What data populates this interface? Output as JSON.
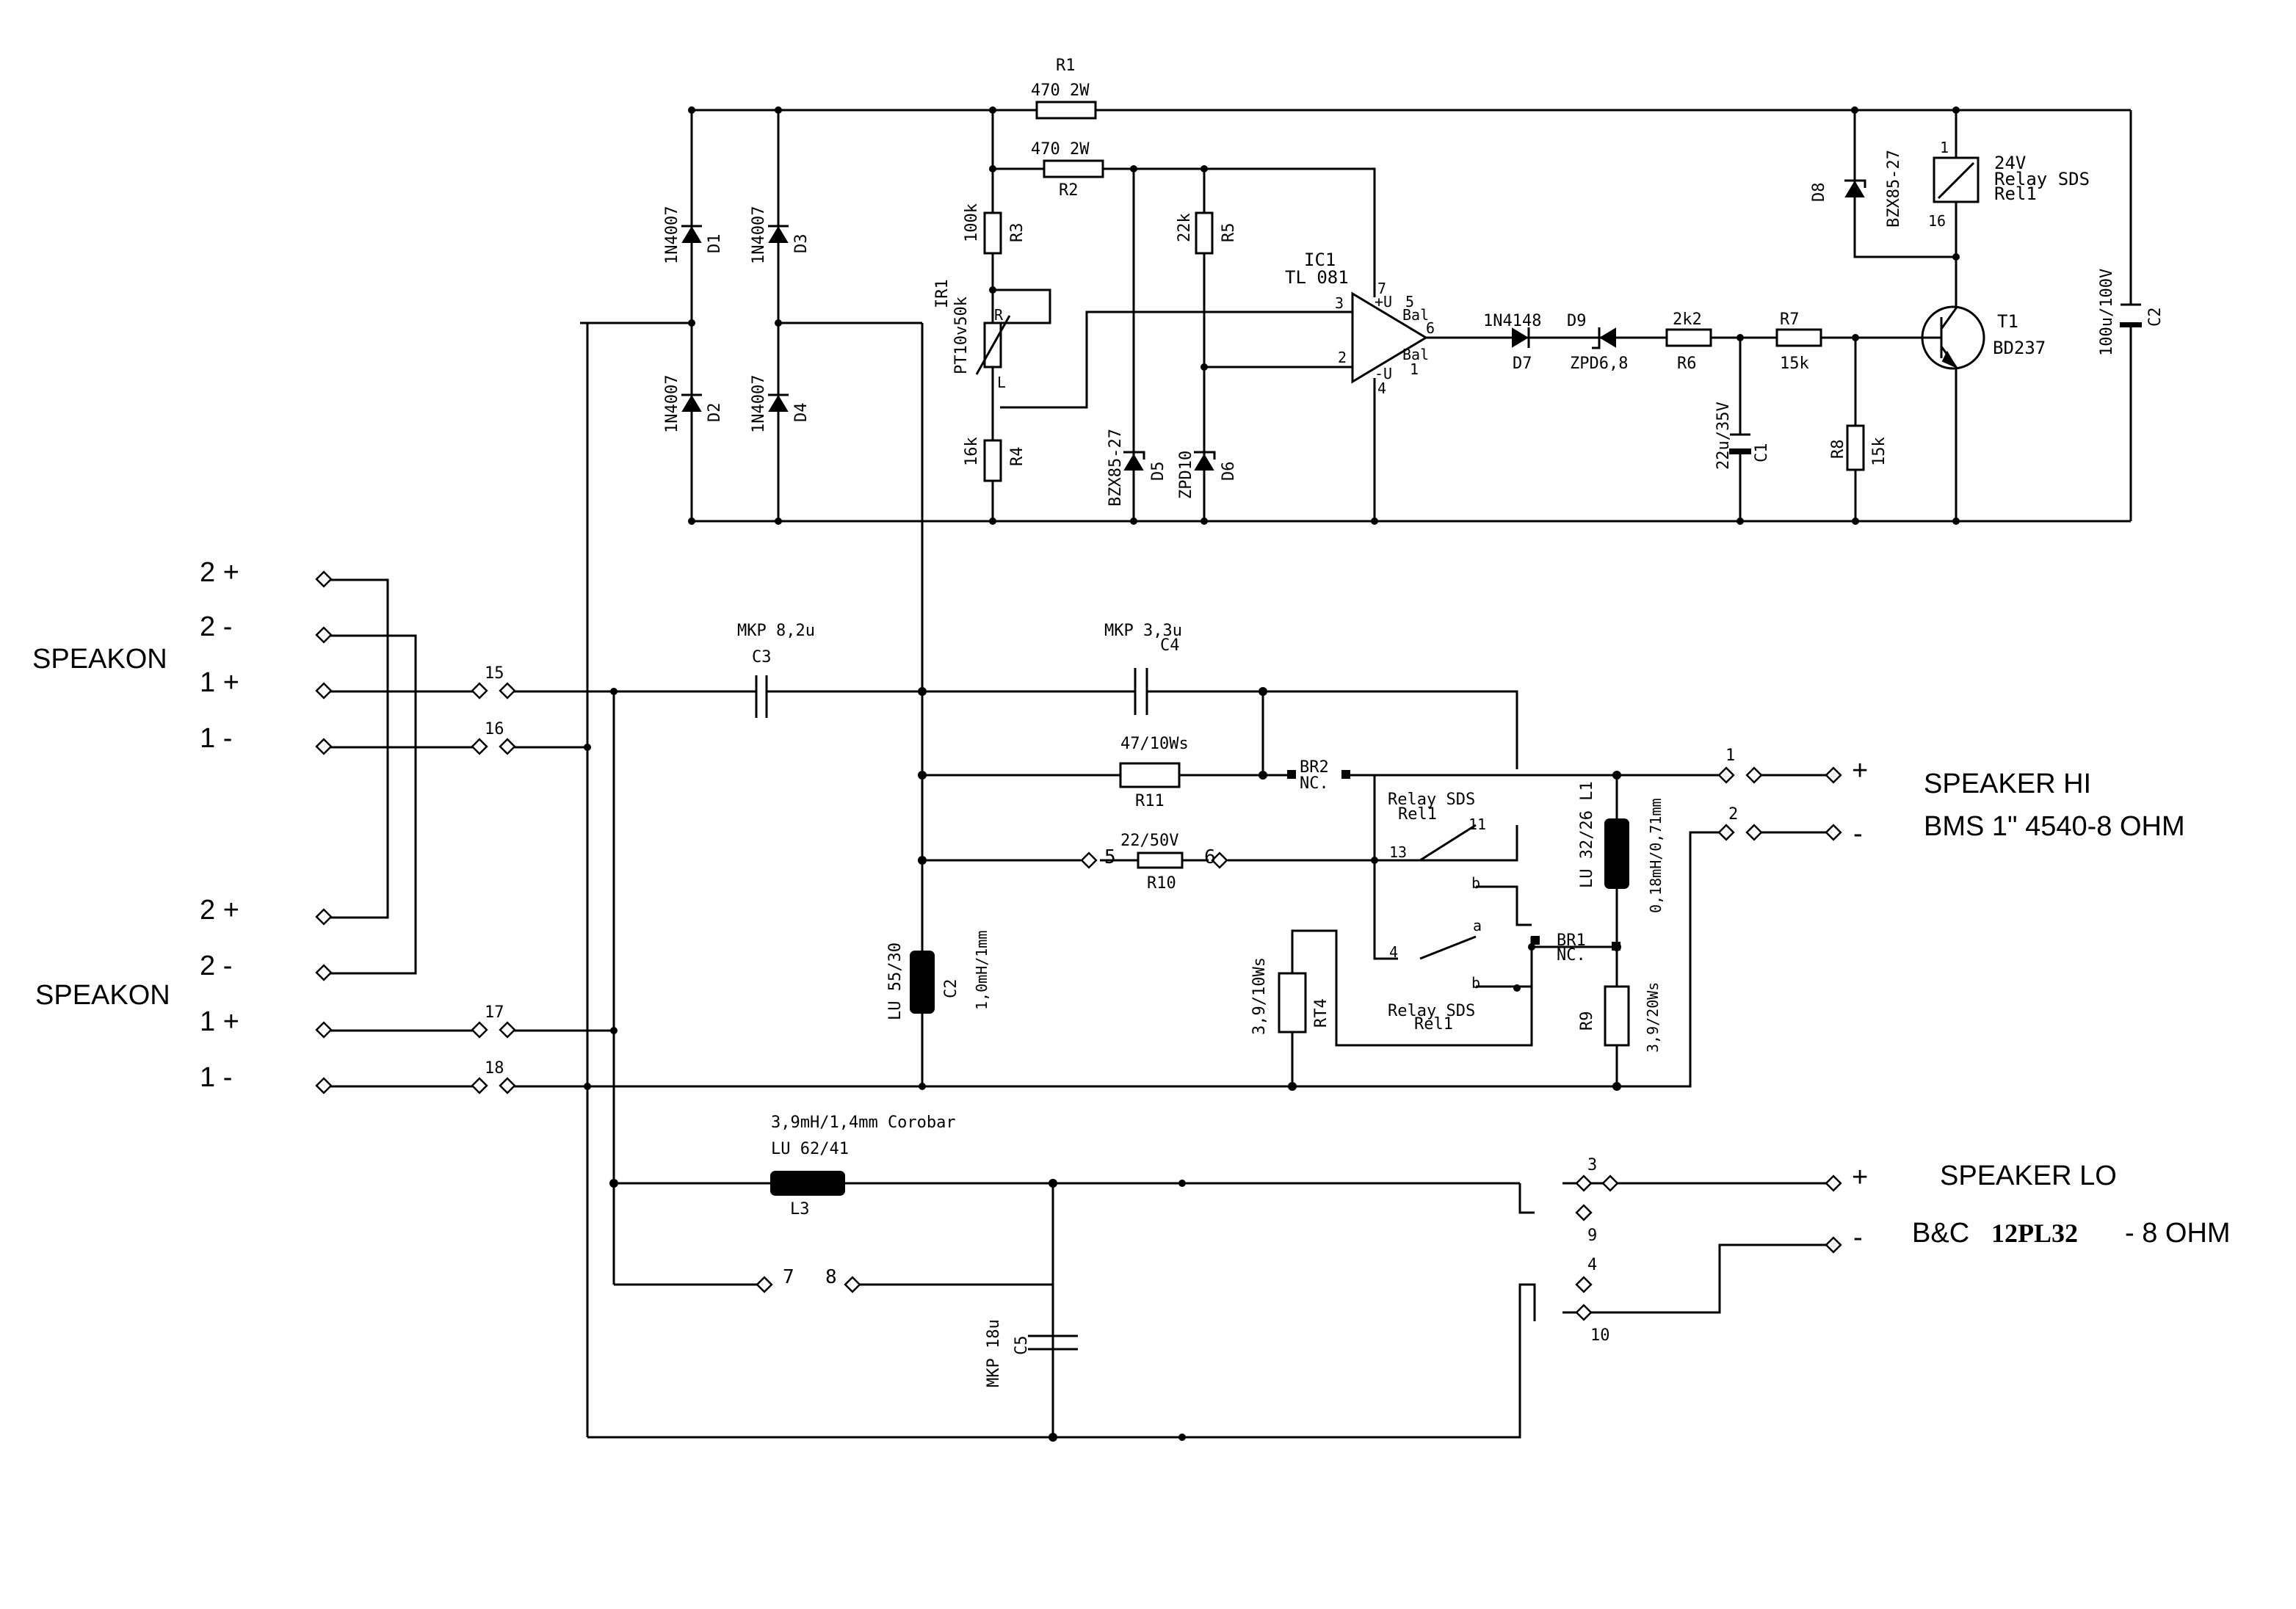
{
  "inputs": {
    "connector_label": "SPEAKON",
    "pins_a": [
      "2 +",
      "2 -",
      "1 +",
      "1 -"
    ],
    "pins_b": [
      "2 +",
      "2 -",
      "1 +",
      "1 -"
    ],
    "terminal_numbers": [
      "15",
      "16",
      "17",
      "18"
    ]
  },
  "protection": {
    "R1": {
      "ref": "R1",
      "value": "470 2W"
    },
    "R2": {
      "ref": "R2",
      "value": "470 2W"
    },
    "R3": {
      "ref": "R3",
      "value": "100k"
    },
    "R4": {
      "ref": "R4",
      "value": "16k"
    },
    "R5": {
      "ref": "R5",
      "value": "22k"
    },
    "R6": {
      "ref": "R6",
      "value": "2k2"
    },
    "R7": {
      "ref": "R7",
      "value": "15k"
    },
    "R8": {
      "ref": "R8",
      "value": "15k"
    },
    "D1": {
      "ref": "D1",
      "value": "1N4007"
    },
    "D2": {
      "ref": "D2",
      "value": "1N4007"
    },
    "D3": {
      "ref": "D3",
      "value": "1N4007"
    },
    "D4": {
      "ref": "D4",
      "value": "1N4007"
    },
    "D5": {
      "ref": "D5",
      "value": "BZX85-27"
    },
    "D6": {
      "ref": "D6",
      "value": "ZPD10"
    },
    "D7": {
      "ref": "D7",
      "value": "1N4148"
    },
    "D8": {
      "ref": "D8",
      "value": "BZX85-27"
    },
    "D9": {
      "ref": "D9",
      "value": "ZPD6,8"
    },
    "IR1": {
      "ref": "IR1",
      "value": "PT10v50k",
      "pin_r": "R",
      "pin_l": "L"
    },
    "IC1": {
      "ref": "IC1",
      "value": "TL 081",
      "pins": [
        "7",
        "+U",
        "5",
        "Bal",
        "6",
        "Bal",
        "1",
        "-U",
        "4",
        "3",
        "2"
      ]
    },
    "T1": {
      "ref": "T1",
      "value": "BD237"
    },
    "C1": {
      "ref": "C1",
      "value": "22u/35V"
    },
    "C2": {
      "ref": "C2",
      "value": "100u/100V"
    },
    "relay_coil": {
      "line1": "24V",
      "line2": "Relay SDS",
      "line3": "Rel1",
      "pin_top": "1",
      "pin_bottom": "16"
    }
  },
  "crossover": {
    "C3": {
      "ref": "C3",
      "value": "MKP 8,2u"
    },
    "C4": {
      "ref": "C4",
      "value": "MKP 3,3u"
    },
    "C5": {
      "ref": "C5",
      "value": "MKP 18u"
    },
    "R11": {
      "ref": "R11",
      "value": "47/10Ws"
    },
    "R10": {
      "ref": "R10",
      "value": "22/50V"
    },
    "R9": {
      "ref": "R9",
      "value": "3,9/20Ws"
    },
    "RT4": {
      "ref": "RT4",
      "value": "3,9/10Ws"
    },
    "L1": {
      "ref": "LU 32/26 L1",
      "value": "0,18mH/0,71mm"
    },
    "L2": {
      "ref": "LU 55/30",
      "value": "C2",
      "extra": "1,0mH/1mm"
    },
    "L3": {
      "ref": "L3",
      "core": "LU 62/41",
      "value": "3,9mH/1,4mm Corobar"
    },
    "BR1": {
      "ref": "BR1",
      "nc": "NC."
    },
    "BR2": {
      "ref": "BR2",
      "nc": "NC."
    },
    "relay_contacts_top": {
      "line1": "Relay SDS",
      "line2": "Rel1"
    },
    "relay_contacts_bottom": {
      "line1": "Relay SDS",
      "line2": "Rel1"
    },
    "contact_pins": [
      "13",
      "11",
      "b",
      "4",
      "a",
      "b"
    ],
    "terminal_numbers": [
      "5",
      "6",
      "7",
      "8"
    ]
  },
  "outputs": {
    "hi": {
      "title": "SPEAKER HI",
      "model": "BMS 1\" 4540-8 OHM",
      "terminals": [
        "1",
        "2"
      ],
      "plus": "+",
      "minus": "-"
    },
    "lo": {
      "title": "SPEAKER LO",
      "brand": "B&C",
      "model": "12PL32",
      "impedance": "- 8 OHM",
      "terminals": [
        "3",
        "9",
        "4",
        "10"
      ],
      "plus": "+",
      "minus": "-"
    }
  }
}
